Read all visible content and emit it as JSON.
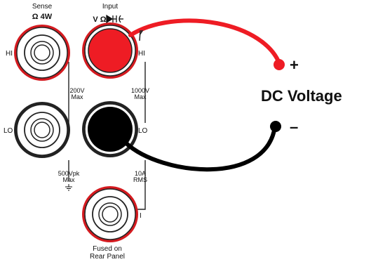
{
  "labels": {
    "sense_top": "Sense",
    "sense_bottom": "Ω 4W",
    "input_top": "Input",
    "input_symbols": "V Ω",
    "hi": "HI",
    "lo": "LO",
    "current_label": "I",
    "limit_200v_a": "200V",
    "limit_200v_b": "Max",
    "limit_1000v_a": "1000V",
    "limit_1000v_b": "Max",
    "limit_500v_a": "500Vpk",
    "limit_500v_b": "Max",
    "limit_10a_a": "10A",
    "limit_10a_b": "RMS",
    "fused_a": "Fused on",
    "fused_b": "Rear Panel",
    "source_title": "DC Voltage",
    "plus": "+",
    "minus": "–"
  },
  "colors": {
    "positive": "#ee1c24",
    "negative": "#000000",
    "ring_red": "#d41a1f",
    "ring_dark": "#222222"
  }
}
